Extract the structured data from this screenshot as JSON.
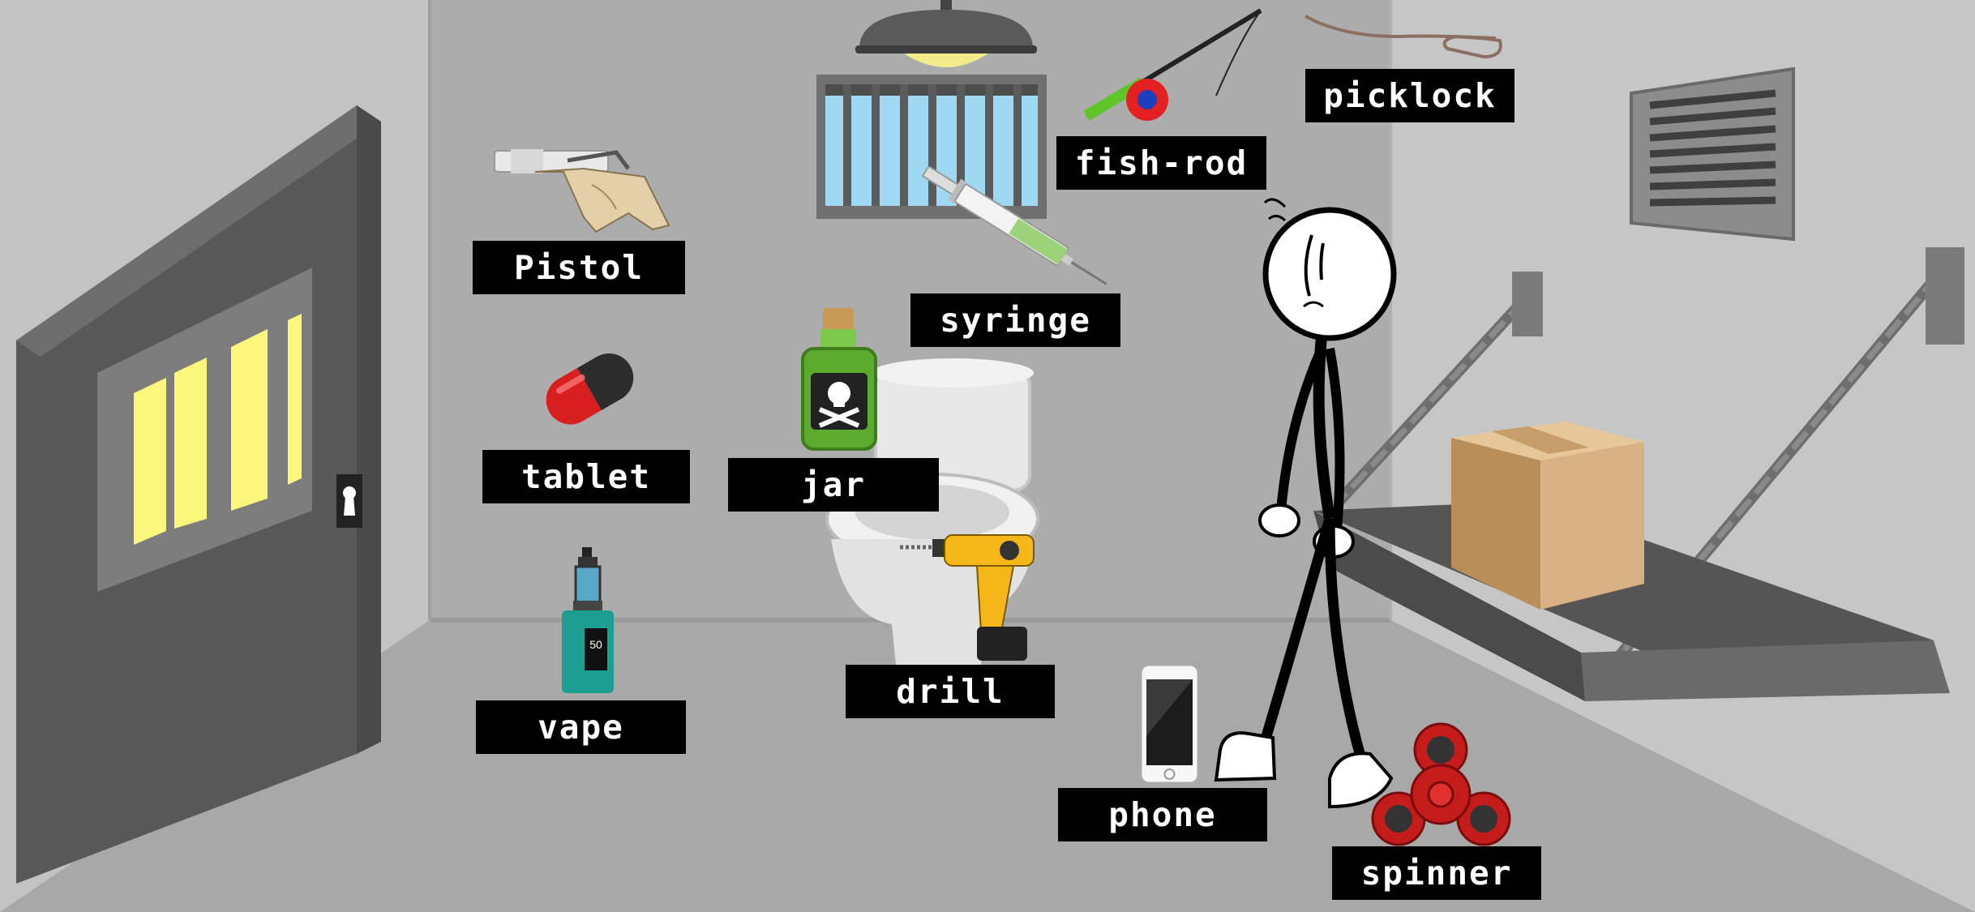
{
  "scene": {
    "colors": {
      "wall_back": "#acacac",
      "wall_left": "#c3c3c3",
      "wall_right": "#c5c5c5",
      "floor": "#a9a9a9",
      "door": "#5d5d5d",
      "door_window": "#fdf67d",
      "label_bg": "#000000",
      "label_text": "#ffffff"
    }
  },
  "items": {
    "pistol": {
      "label": "Pistol",
      "icon": "pistol-icon"
    },
    "tablet": {
      "label": "tablet",
      "icon": "pill-capsule-icon"
    },
    "vape": {
      "label": "vape",
      "icon": "vape-icon"
    },
    "jar": {
      "label": "jar",
      "icon": "poison-jar-icon"
    },
    "syringe": {
      "label": "syringe",
      "icon": "syringe-icon"
    },
    "fish_rod": {
      "label": "fish-rod",
      "icon": "fishing-rod-icon"
    },
    "picklock": {
      "label": "picklock",
      "icon": "picklock-icon"
    },
    "drill": {
      "label": "drill",
      "icon": "drill-icon"
    },
    "phone": {
      "label": "phone",
      "icon": "phone-icon"
    },
    "spinner": {
      "label": "spinner",
      "icon": "fidget-spinner-icon"
    }
  }
}
